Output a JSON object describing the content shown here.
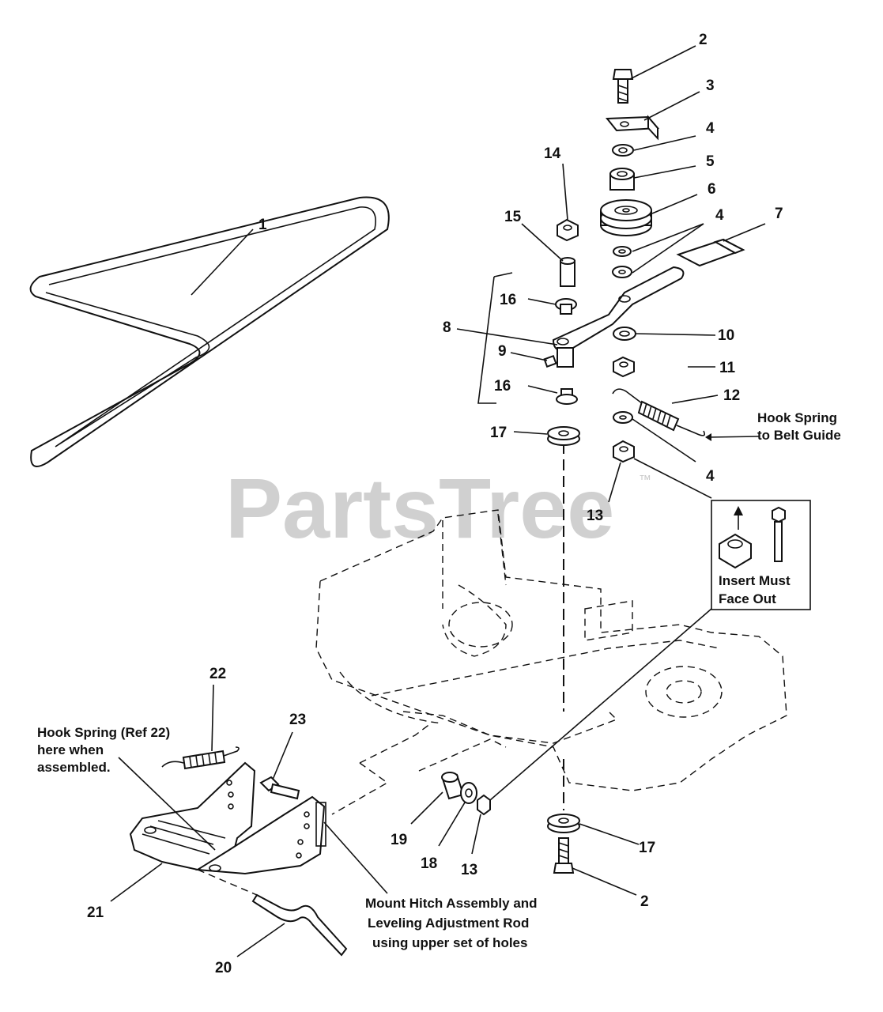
{
  "watermark": {
    "text": "PartsTree",
    "trademark": "™"
  },
  "callouts": {
    "c1": "1",
    "c2a": "2",
    "c2b": "2",
    "c3": "3",
    "c4a": "4",
    "c4b": "4",
    "c4c": "4",
    "c5": "5",
    "c6": "6",
    "c7": "7",
    "c8": "8",
    "c9": "9",
    "c10": "10",
    "c11": "11",
    "c12": "12",
    "c13a": "13",
    "c13b": "13",
    "c14": "14",
    "c15": "15",
    "c16a": "16",
    "c16b": "16",
    "c17a": "17",
    "c17b": "17",
    "c18": "18",
    "c19": "19",
    "c20": "20",
    "c21": "21",
    "c22": "22",
    "c23": "23"
  },
  "notes": {
    "hook_spring_belt": [
      "Hook Spring",
      "to Belt Guide"
    ],
    "insert_must": [
      "Insert Must",
      "Face Out"
    ],
    "hook_spring_ref": [
      "Hook Spring (Ref 22)",
      "here when",
      "assembled."
    ],
    "mount_hitch": [
      "Mount Hitch Assembly and",
      "Leveling Adjustment Rod",
      "using upper set of holes"
    ]
  },
  "icons": {
    "belt": "v-belt-icon",
    "pulley": "idler-pulley-icon",
    "spring": "extension-spring-icon",
    "hitch": "hitch-bracket-icon",
    "deck": "mower-deck-icon"
  }
}
